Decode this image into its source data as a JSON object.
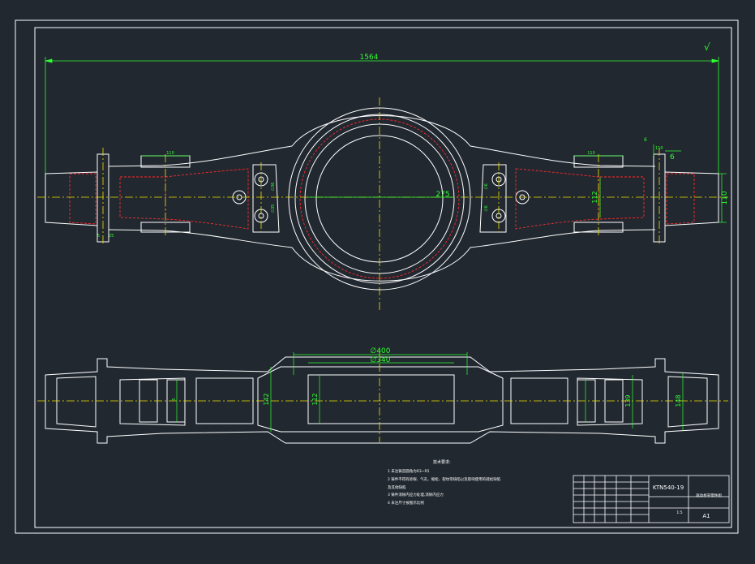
{
  "colors": {
    "background": "#212830",
    "frame": "#ffffff",
    "outline": "#ffffff",
    "hidden_line": "#ff2b2b",
    "center_line": "#f0e000",
    "dimension": "#30ff30",
    "note_text": "#ffffff"
  },
  "dimensions": {
    "overall_length": "1564",
    "bowl_diameter": "275",
    "left_pad_width": "110",
    "right_pad_width": "110",
    "flange_width_top": "110",
    "flange_gap": "6",
    "flange_gap_b": "6",
    "end_height": "110",
    "bore_small_a": "∅36",
    "bore_small_b": "∅35",
    "right_section_height": "112",
    "bore_small_c": "∅6",
    "bore_small_d": "∅6",
    "small_left": "5",
    "small_left_b": "25",
    "outer_diameter": "∅400",
    "inner_diameter": "∅340",
    "section_a": "142",
    "section_b": "112",
    "section_c": "139",
    "section_d": "148",
    "section_e": "5"
  },
  "tech_notes": {
    "title": "技术要求:",
    "items": [
      "1 未注铸造圆角为R3~R5",
      "2 铸件不得有砂眼、气孔、缩松、裂纹等缺陷以及影响使用的疏松缺陷",
      "   及其他缺陷",
      "3 铸件消除内应力处理,消除内应力",
      "4 未注尺寸按图示比例"
    ]
  },
  "title_block": {
    "drawing_number": "KTN540-19",
    "part_name": "驱动桥壳零件图",
    "sheet_size": "A1",
    "scale": "1:5"
  },
  "surface_finish_symbol": "√"
}
